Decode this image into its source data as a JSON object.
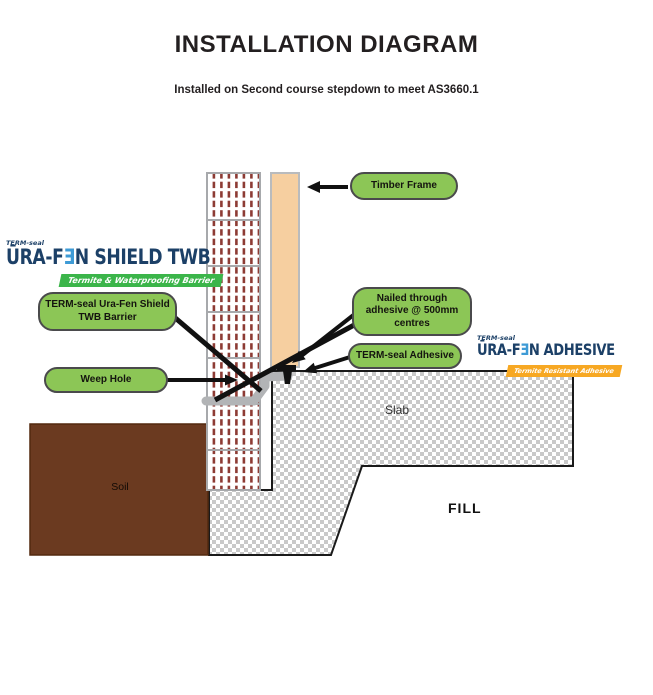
{
  "header": {
    "title": "INSTALLATION DIAGRAM",
    "subtitle": "Installed on Second course stepdown to meet AS3660.1"
  },
  "callouts": {
    "timber_frame": "Timber Frame",
    "twb_barrier": "TERM-seal Ura-Fen Shield TWB Barrier",
    "weep_hole": "Weep Hole",
    "nailed_through": "Nailed through adhesive @ 500mm centres",
    "term_seal_adhesive": "TERM-seal Adhesive"
  },
  "diagram_text": {
    "slab": "Slab",
    "soil": "Soil",
    "fill": "FILL"
  },
  "logos": {
    "shield": {
      "mark": "TERM-seal",
      "brand_pre": "ŪRA-F",
      "brand_e": "Ǝ",
      "brand_post": "N SHIELD TWB",
      "tagline": "Termite & Waterproofing Barrier"
    },
    "adhesive": {
      "mark": "TERM-seal",
      "brand_pre": "ŪRA-F",
      "brand_e": "Ǝ",
      "brand_post": "N ADHESIVE",
      "tagline": "Termite Resistant Adhesive"
    }
  },
  "colors": {
    "navy": "#1C4067",
    "lightblue": "#3E9BD6",
    "banner-green": "#3BB54A",
    "banner-orange": "#F7A823",
    "label-green": "#8CC656",
    "brick-red": "#8D3B34",
    "timber-tan": "#F6CFA0",
    "soil-brown": "#6B3A20",
    "barrier-gray": "#B2B4B6",
    "slab-check": "#C9C9C9"
  }
}
